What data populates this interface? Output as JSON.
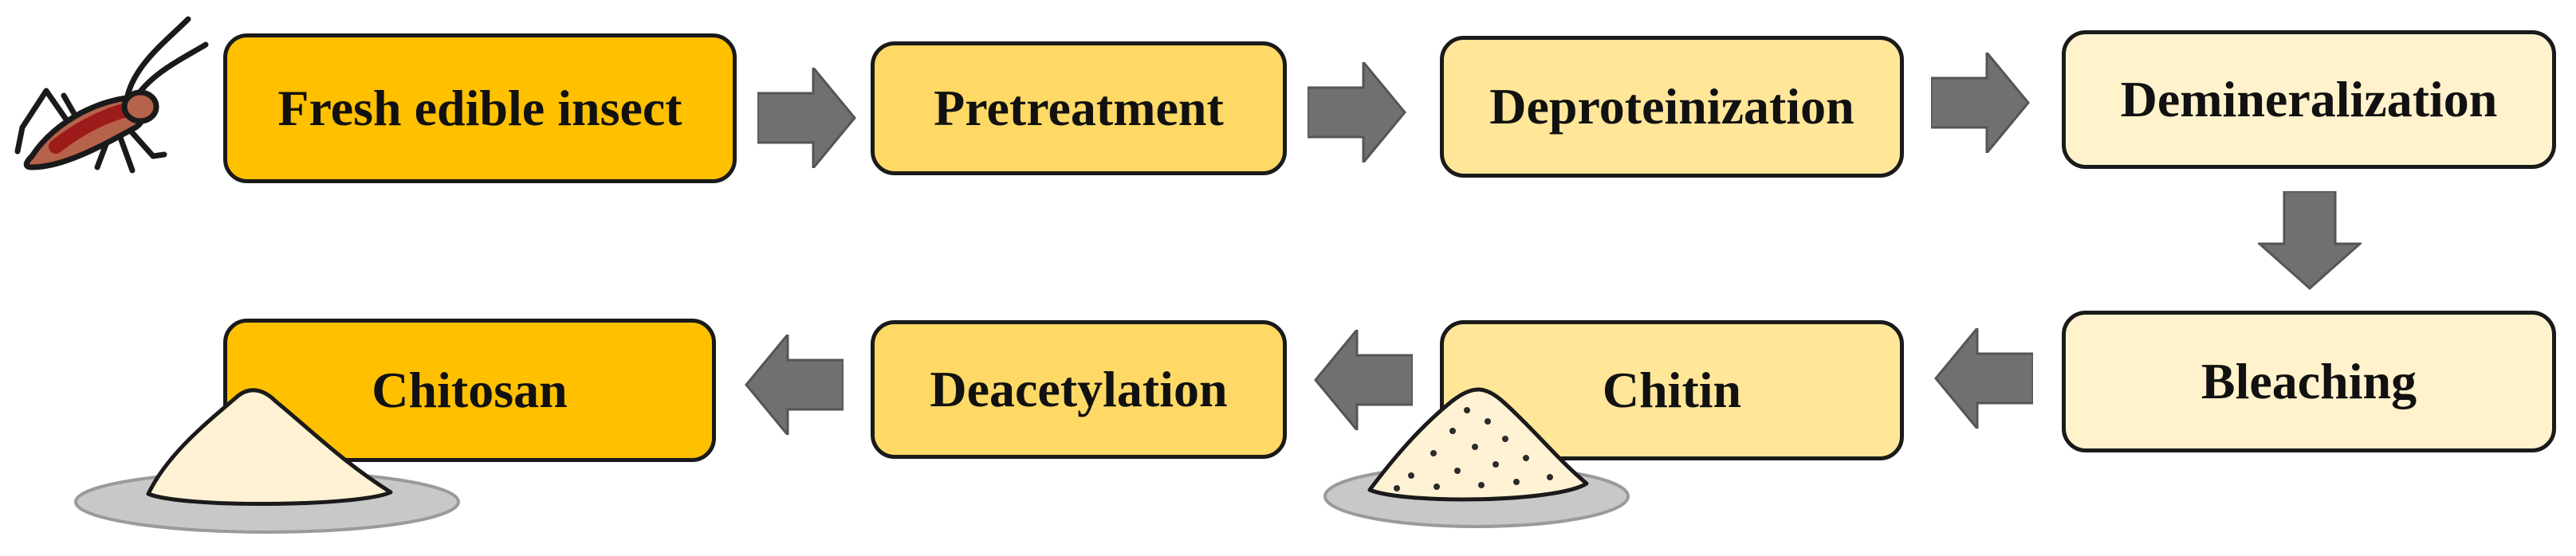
{
  "steps": {
    "fresh": "Fresh edible insect",
    "pretreatment": "Pretreatment",
    "deproteinization": "Deproteinization",
    "demineralization": "Demineralization",
    "bleaching": "Bleaching",
    "chitin": "Chitin",
    "deacetylation": "Deacetylation",
    "chitosan": "Chitosan"
  },
  "colors": {
    "dark": "#FFC000",
    "medium": "#FFD966",
    "light": "#FFE699",
    "pale": "#FFF2CC",
    "arrow": "#707070",
    "powder": "#FFF2D4",
    "plate": "#C8C8C8"
  },
  "icons": [
    "cricket-icon",
    "chitin-powder-icon",
    "chitosan-powder-icon"
  ]
}
